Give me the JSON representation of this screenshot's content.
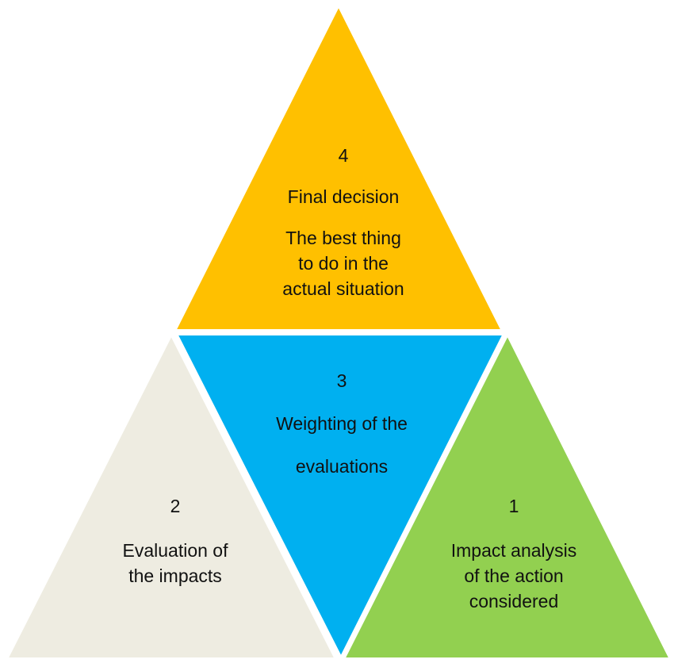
{
  "diagram": {
    "top": {
      "number": "4",
      "title": "Final decision",
      "lines": [
        "The best thing",
        "to do in the",
        "actual situation"
      ],
      "color": "#FFC000"
    },
    "middle": {
      "number": "3",
      "lines": [
        "Weighting of the",
        "evaluations"
      ],
      "color": "#00B0F0"
    },
    "left": {
      "number": "2",
      "lines": [
        "Evaluation of",
        "the impacts"
      ],
      "color": "#EEECE1"
    },
    "right": {
      "number": "1",
      "lines": [
        "Impact analysis",
        "of the action",
        "considered"
      ],
      "color": "#92D050"
    }
  }
}
